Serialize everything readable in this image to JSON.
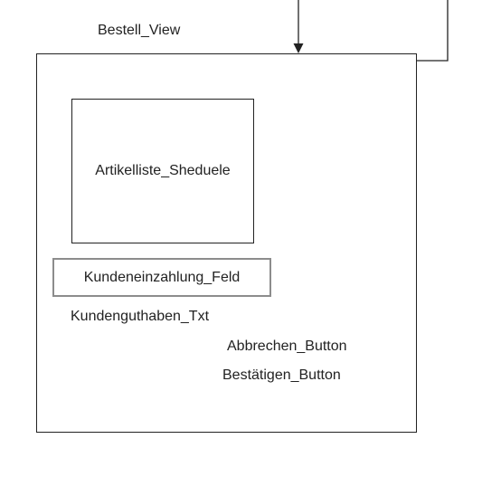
{
  "view": {
    "title": "Bestell_View"
  },
  "elements": {
    "schedule_label": "Artikelliste_Sheduele",
    "input_label": "Kundeneinzahlung_Feld",
    "balance_label": "Kundenguthaben_Txt",
    "cancel_label": "Abbrechen_Button",
    "confirm_label": "Bestätigen_Button"
  },
  "colors": {
    "stroke": "#222222",
    "input_border": "#8c8c8c",
    "background": "#ffffff"
  }
}
